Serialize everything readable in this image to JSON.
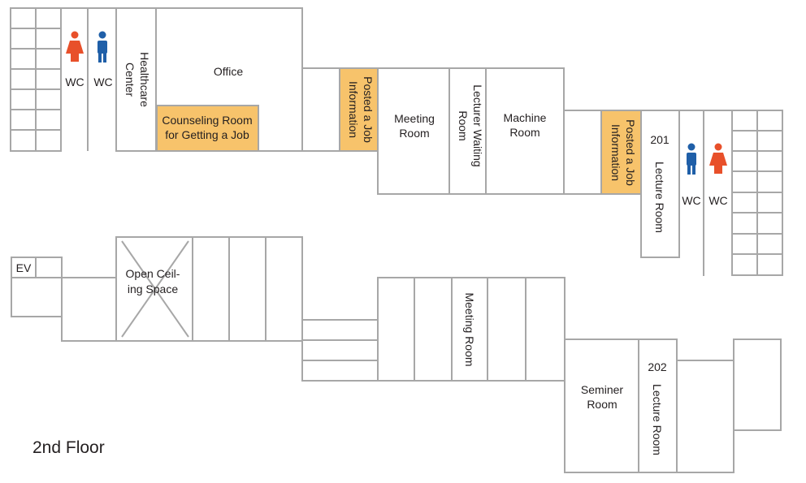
{
  "map": {
    "floor_title": "2nd Floor",
    "colors": {
      "wall": "#a7a7a7",
      "highlight": "#f7c36b",
      "female": "#e8502a",
      "male": "#1f5fa8",
      "text": "#231f20"
    },
    "labels": {
      "wc_1": "WC",
      "wc_2": "WC",
      "wc_3": "WC",
      "wc_4": "WC",
      "healthcare_1": "Healthcare",
      "healthcare_2": "Center",
      "office": "Office",
      "counseling_1": "Counseling Room",
      "counseling_2": "for Getting a Job",
      "posted_a_1": "Posted a Job",
      "posted_a_2": "Information",
      "posted_b_1": "Posted a Job",
      "posted_b_2": "Information",
      "meeting_1_1": "Meeting",
      "meeting_1_2": "Room",
      "lecturer_waiting_1": "Lecturer Waiting",
      "lecturer_waiting_2": "Room",
      "machine_1": "Machine",
      "machine_2": "Room",
      "room_201": "201",
      "lecture_room_201": "Lecture Room",
      "ev": "EV",
      "open_ceiling_1": "Open Ceil-",
      "open_ceiling_2": "ing Space",
      "meeting_2": "Meeting Room",
      "seminer_1": "Seminer",
      "seminer_2": "Room",
      "room_202": "202",
      "lecture_room_202": "Lecture Room"
    },
    "icons": [
      "female-restroom-icon",
      "male-restroom-icon"
    ]
  }
}
